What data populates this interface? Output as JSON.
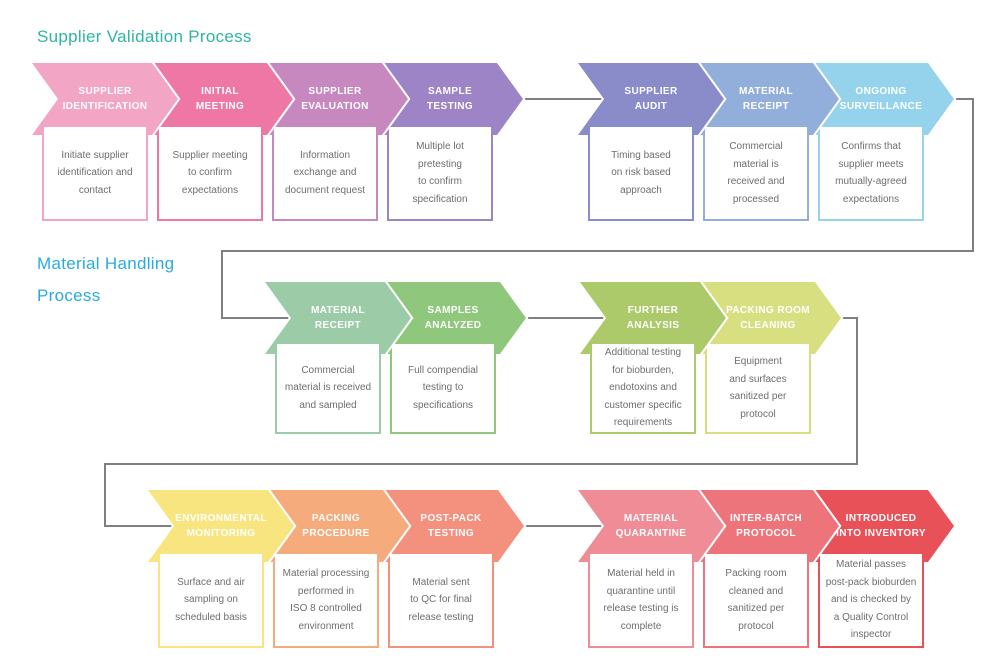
{
  "connector_color": "#7F7F7F",
  "sections": [
    {
      "title": "Supplier Validation Process",
      "title_color": "#2CB6A1",
      "rows": [
        {
          "steps": [
            {
              "label": "SUPPLIER\nIDENTIFICATION",
              "body": "Initiate supplier\nidentification and\ncontact",
              "color": "#F2A5C4"
            },
            {
              "label": "INITIAL\nMEETING",
              "body": "Supplier meeting\nto confirm\nexpectations",
              "color": "#EE77A5"
            },
            {
              "label": "SUPPLIER\nEVALUATION",
              "body": "Information\nexchange and\ndocument request",
              "color": "#C688BF"
            },
            {
              "label": "SAMPLE\nTESTING",
              "body": "Multiple lot\npretesting\nto confirm\nspecification",
              "color": "#9C84C6"
            },
            {
              "label": "SUPPLIER\nAUDIT",
              "body": "Timing based\non risk based\napproach",
              "color": "#8A8BC9"
            },
            {
              "label": "MATERIAL\nRECEIPT",
              "body": "Commercial\nmaterial is\nreceived and\nprocessed",
              "color": "#92AEDB"
            },
            {
              "label": "ONGOING\nSURVEILLANCE",
              "body": "Confirms that\nsupplier meets\nmutually-agreed\nexpectations",
              "color": "#95D3ED"
            }
          ]
        }
      ]
    },
    {
      "title": "Material Handling\nProcess",
      "title_color": "#29ABE2",
      "rows": [
        {
          "steps": [
            {
              "label": "MATERIAL\nRECEIPT",
              "body": "Commercial\nmaterial is received\nand sampled",
              "color": "#9CCBA8"
            },
            {
              "label": "SAMPLES\nANALYZED",
              "body": "Full compendial\ntesting to\nspecifications",
              "color": "#8FC87D"
            },
            {
              "label": "FURTHER\nANALYSIS",
              "body": "Additional testing\nfor bioburden,\nendotoxins and\ncustomer specific\nrequirements",
              "color": "#ADCA6A"
            },
            {
              "label": "PACKING ROOM\nCLEANING",
              "body": "Equipment\nand surfaces\nsanitized per\nprotocol",
              "color": "#D8DF81"
            }
          ]
        },
        {
          "steps": [
            {
              "label": "ENVIRONMENTAL\nMONITORING",
              "body": "Surface and air\nsampling on\nscheduled basis",
              "color": "#F8E57F"
            },
            {
              "label": "PACKING\nPROCEDURE",
              "body": "Material processing\nperformed in\nISO 8 controlled\nenvironment",
              "color": "#F5AB7B"
            },
            {
              "label": "POST-PACK\nTESTING",
              "body": "Material sent\nto QC for final\nrelease testing",
              "color": "#F3907E"
            },
            {
              "label": "MATERIAL\nQUARANTINE",
              "body": "Material held in\nquarantine until\nrelease testing is\ncomplete",
              "color": "#EF8C95"
            },
            {
              "label": "INTER-BATCH\nPROTOCOL",
              "body": "Packing room\ncleaned and\nsanitized per\nprotocol",
              "color": "#ED747B"
            },
            {
              "label": "INTRODUCED\nINTO INVENTORY",
              "body": "Material passes\npost-pack bioburden\nand is checked by\na Quality Control\ninspector",
              "color": "#E85158"
            }
          ]
        }
      ]
    }
  ]
}
